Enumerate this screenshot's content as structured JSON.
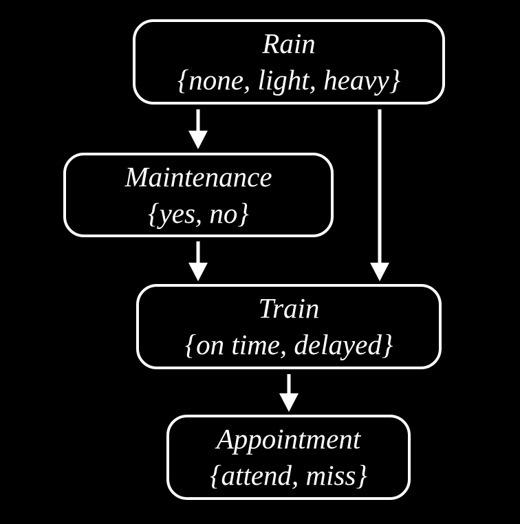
{
  "diagram": {
    "type": "bayesian-network",
    "background_color": "#000000",
    "node_border_color": "#ffffff",
    "node_fill_color": "#000000",
    "text_color": "#ffffff",
    "edge_color": "#ffffff",
    "nodes": [
      {
        "id": "rain",
        "label": "Rain",
        "values": "{none, light, heavy}"
      },
      {
        "id": "maintenance",
        "label": "Maintenance",
        "values": "{yes, no}"
      },
      {
        "id": "train",
        "label": "Train",
        "values": "{on time, delayed}"
      },
      {
        "id": "appointment",
        "label": "Appointment",
        "values": "{attend, miss}"
      }
    ],
    "edges": [
      {
        "from": "rain",
        "to": "maintenance"
      },
      {
        "from": "rain",
        "to": "train"
      },
      {
        "from": "maintenance",
        "to": "train"
      },
      {
        "from": "train",
        "to": "appointment"
      }
    ]
  }
}
